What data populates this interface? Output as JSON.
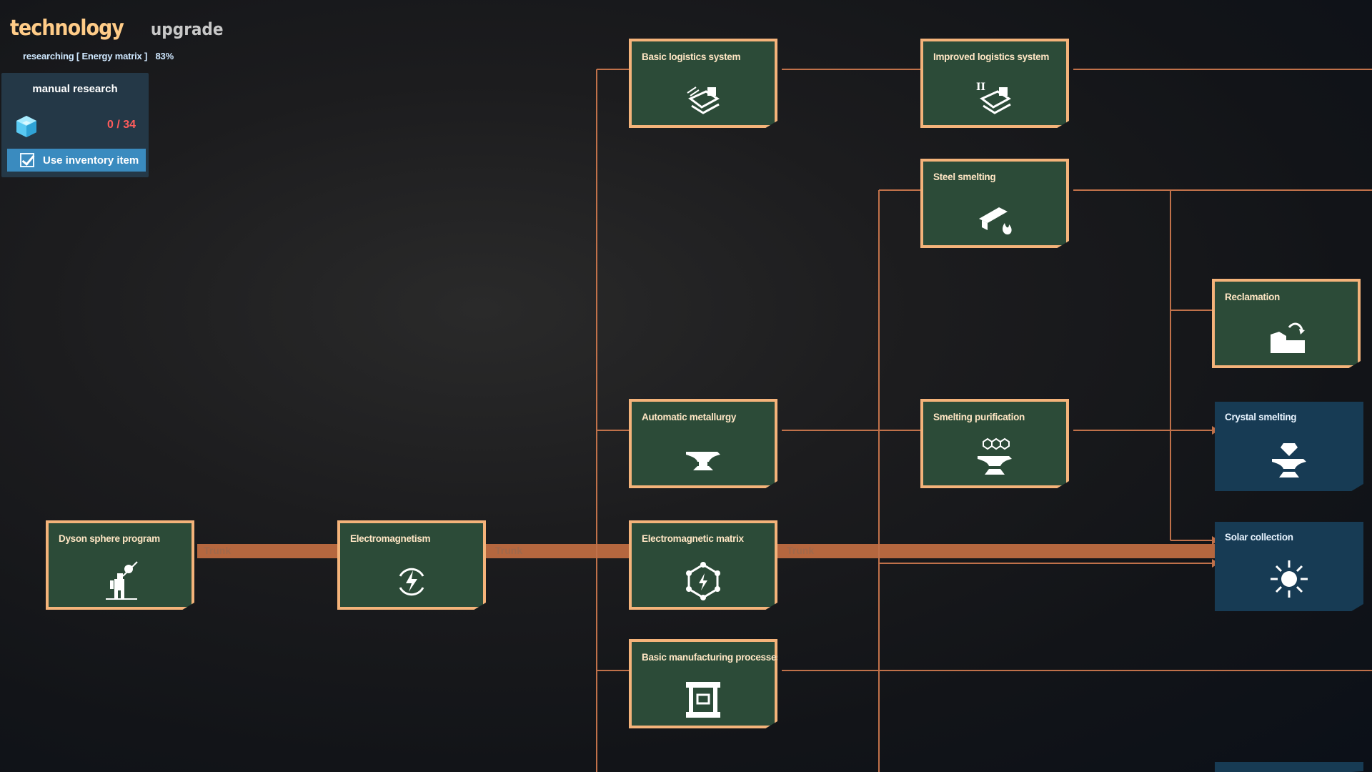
{
  "header": {
    "tab_technology": "technology",
    "tab_upgrade": "upgrade",
    "researching_text": "researching [ Energy matrix ]",
    "researching_pct": "83%"
  },
  "manual_research": {
    "title": "manual research",
    "item_icon": "blue-cube-icon",
    "count": "0 / 34",
    "use_inventory_label": "Use inventory item",
    "use_inventory_checked": true
  },
  "trunk_label": "Trunk",
  "techs": [
    {
      "id": "dyson",
      "label": "Dyson sphere program",
      "icon": "mech-planet-icon",
      "state": "researched"
    },
    {
      "id": "electromagnetism",
      "label": "Electromagnetism",
      "icon": "lightning-wave-icon",
      "state": "researched"
    },
    {
      "id": "em_matrix",
      "label": "Electromagnetic matrix",
      "icon": "matrix-cube-icon",
      "state": "researched"
    },
    {
      "id": "basic_logistics",
      "label": "Basic logistics system",
      "icon": "conveyor-icon",
      "state": "researched"
    },
    {
      "id": "improved_logistics",
      "label": "Improved logistics system",
      "icon": "conveyor-ii-icon",
      "state": "researched"
    },
    {
      "id": "steel_smelting",
      "label": "Steel smelting",
      "icon": "steel-beam-fire-icon",
      "state": "researched"
    },
    {
      "id": "auto_metallurgy",
      "label": "Automatic metallurgy",
      "icon": "anvil-icon",
      "state": "researched"
    },
    {
      "id": "smelting_purification",
      "label": "Smelting purification",
      "icon": "anvil-molecule-icon",
      "state": "researched"
    },
    {
      "id": "basic_manufacturing",
      "label": "Basic manufacturing processes",
      "icon": "assembler-icon",
      "state": "researched"
    },
    {
      "id": "reclamation",
      "label": "Reclamation",
      "icon": "terrain-icon",
      "state": "researched"
    },
    {
      "id": "crystal_smelting",
      "label": "Crystal smelting",
      "icon": "diamond-anvil-icon",
      "state": "available"
    },
    {
      "id": "solar_collection",
      "label": "Solar collection",
      "icon": "sun-icon",
      "state": "available"
    }
  ],
  "colors": {
    "card_researched_bg": "#2c4b38",
    "card_border": "#f4b37a",
    "card_available_bg": "#173b54",
    "link": "#c0714a",
    "trunk": "#b5673f"
  }
}
